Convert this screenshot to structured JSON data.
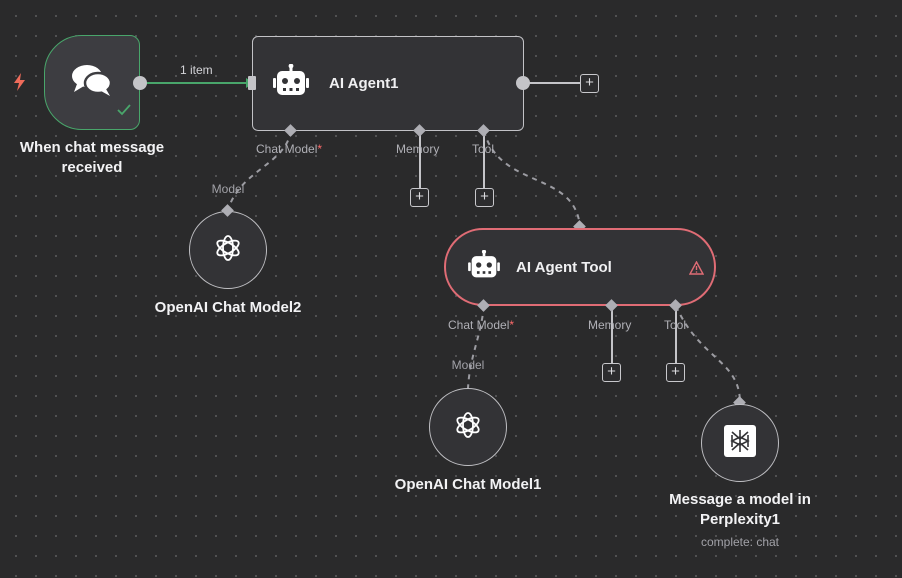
{
  "canvas": {
    "edge_label": "1 item",
    "colors": {
      "background": "#2a2a2b",
      "success": "#49a66b",
      "error": "#e06c75",
      "node": "#333336"
    }
  },
  "nodes": {
    "trigger": {
      "label": "When chat message received",
      "icon": "chat-bubbles-icon",
      "status": "success-check-icon"
    },
    "agent1": {
      "title": "AI Agent1",
      "icon": "robot-icon",
      "ports": {
        "chat_model": "Chat Model",
        "required_mark": "*",
        "memory": "Memory",
        "tool": "Tool"
      }
    },
    "agent_tool": {
      "title": "AI Agent Tool",
      "icon": "robot-icon",
      "warning": "warning-icon",
      "ports": {
        "chat_model": "Chat Model",
        "required_mark": "*",
        "memory": "Memory",
        "tool": "Tool"
      }
    },
    "openai2": {
      "label": "OpenAI Chat Model2",
      "port": "Model",
      "icon": "openai-icon"
    },
    "openai1": {
      "label": "OpenAI Chat Model1",
      "port": "Model",
      "icon": "openai-icon"
    },
    "perplexity": {
      "label": "Message a model in Perplexity1",
      "sublabel": "complete: chat",
      "icon": "perplexity-icon"
    }
  }
}
